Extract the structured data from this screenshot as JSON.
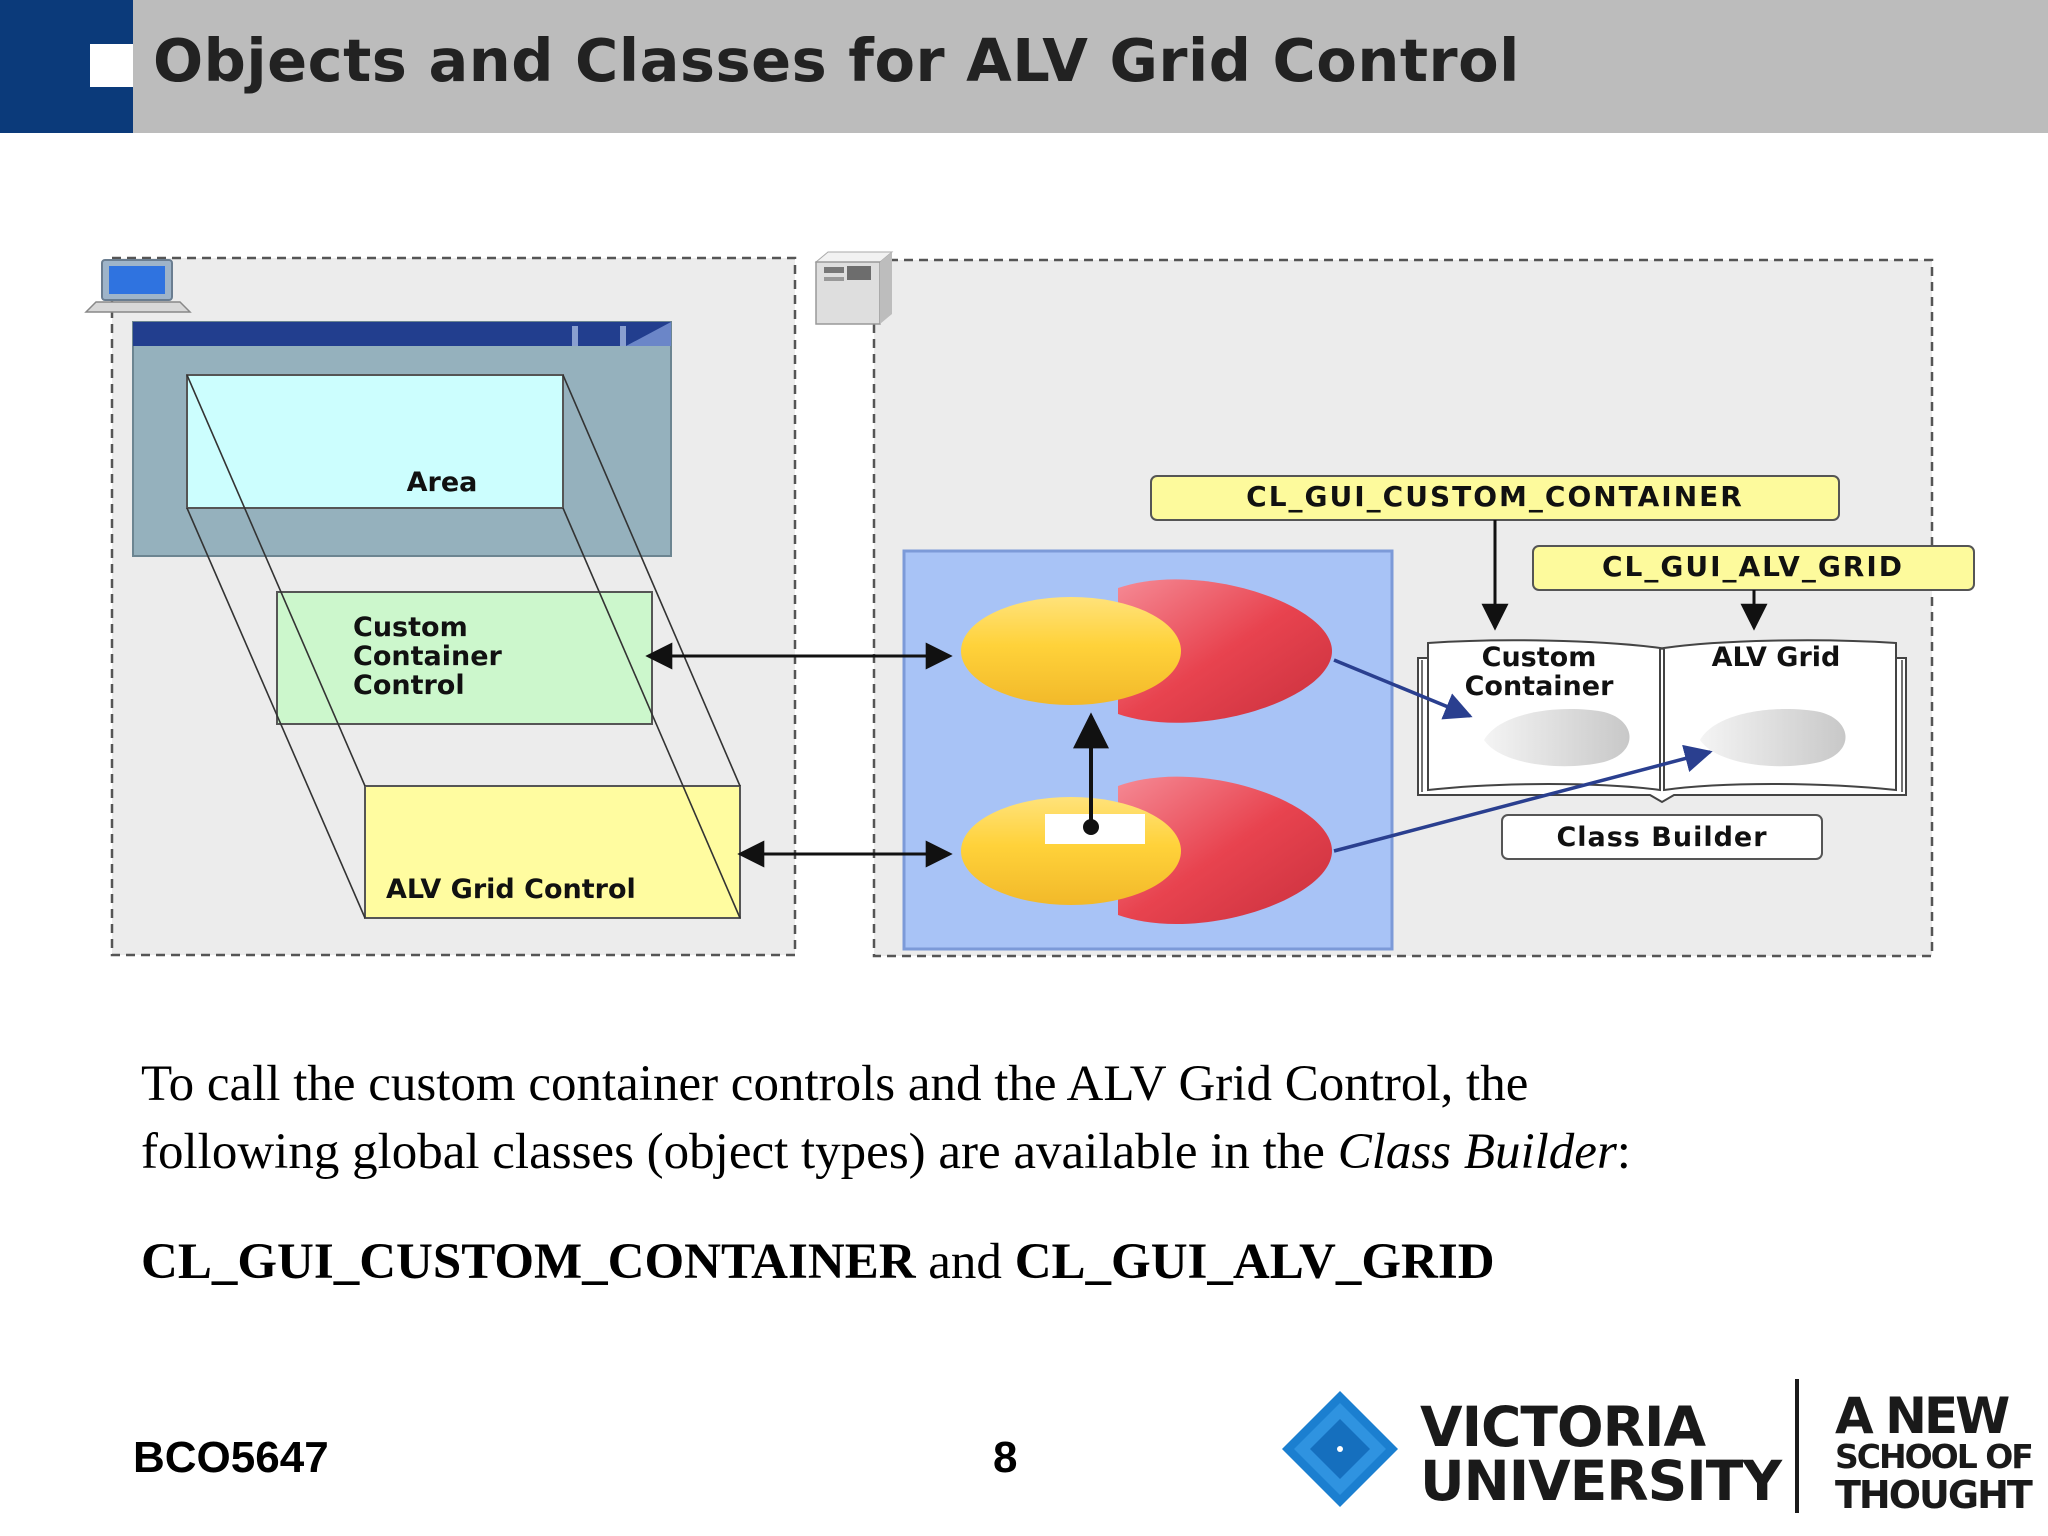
{
  "slide": {
    "title": "Objects and Classes for ALV Grid Control"
  },
  "diagram": {
    "frontend": {
      "area_label": "Area",
      "custom_container_label": [
        "Custom",
        "Container",
        "Control"
      ],
      "alv_grid_control_label": "ALV Grid Control"
    },
    "backend": {
      "class_custom_container": "CL_GUI_CUSTOM_CONTAINER",
      "class_alv_grid": "CL_GUI_ALV_GRID",
      "book_left_label": [
        "Custom",
        "Container"
      ],
      "book_right_label": "ALV Grid",
      "class_builder_label": "Class Builder"
    },
    "icons": [
      "computer-icon",
      "server-icon"
    ]
  },
  "body": {
    "line1": "To call the custom container controls and the ALV Grid Control, the",
    "line2_start": "following global classes (object types) are available in the ",
    "line2_italic": "Class Builder",
    "line2_end": ":",
    "class1": "CL_GUI_CUSTOM_CONTAINER",
    "conjunction": " and ",
    "class2": "CL_GUI_ALV_GRID"
  },
  "footer": {
    "course_code": "BCO5647",
    "page_number": "8"
  },
  "logo": {
    "name_line1": "VICTORIA",
    "name_line2": "UNIVERSITY",
    "tagline_line1": "A NEW",
    "tagline_line2": "SCHOOL OF",
    "tagline_line3": "THOUGHT"
  },
  "colors": {
    "title_bar": "#bcbcbc",
    "title_accent": "#0b3a7a",
    "panel_bg": "#ececec",
    "area_window": "#95b1bd",
    "area_fill": "#ccfefe",
    "custom_container_fill": "#ccf7cc",
    "alv_grid_fill": "#fffca0",
    "object_panel": "#a8c3f6",
    "class_label_fill": "#fdfa9c",
    "logo_blue": "#1b7fd0"
  }
}
